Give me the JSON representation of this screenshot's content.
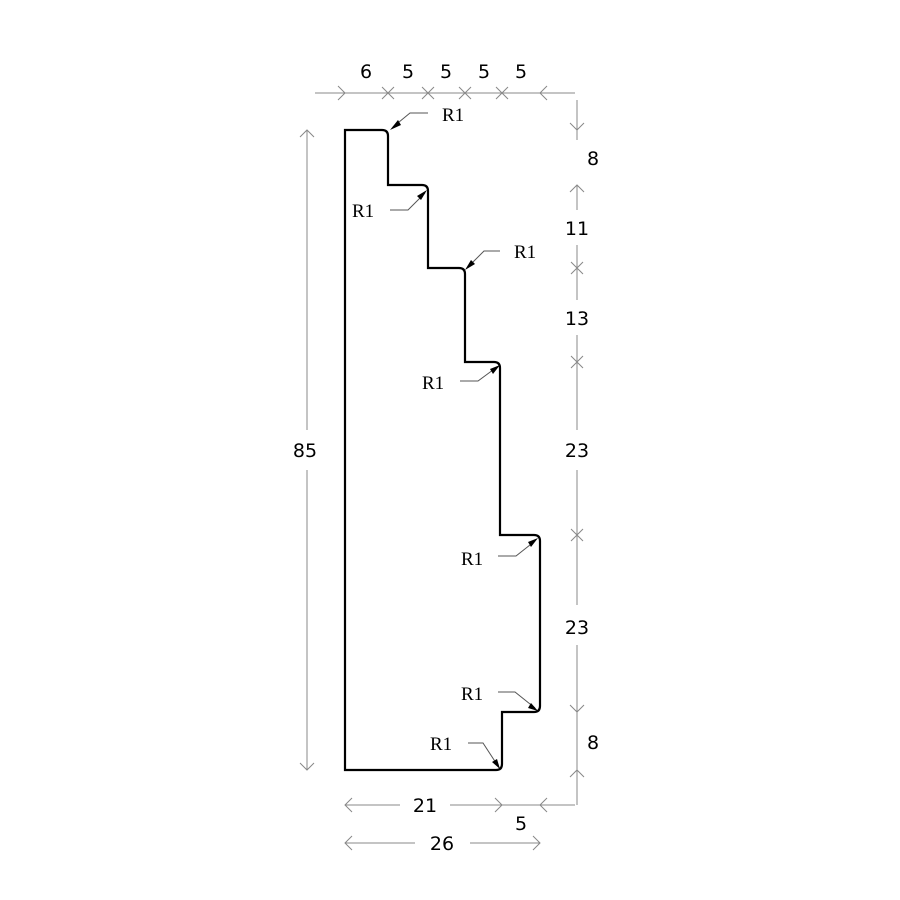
{
  "drawing": {
    "top_dimensions": [
      "6",
      "5",
      "5",
      "5",
      "5"
    ],
    "right_dimensions": [
      "8",
      "11",
      "13",
      "23",
      "23",
      "8"
    ],
    "overall_height": "85",
    "bottom_dimensions": {
      "base": "21",
      "step": "5",
      "overall_width": "26"
    },
    "radius_labels": [
      "R1",
      "R1",
      "R1",
      "R1",
      "R1",
      "R1",
      "R1"
    ]
  },
  "colors": {
    "outline": "#000000",
    "dimension_lines": "#888888"
  }
}
